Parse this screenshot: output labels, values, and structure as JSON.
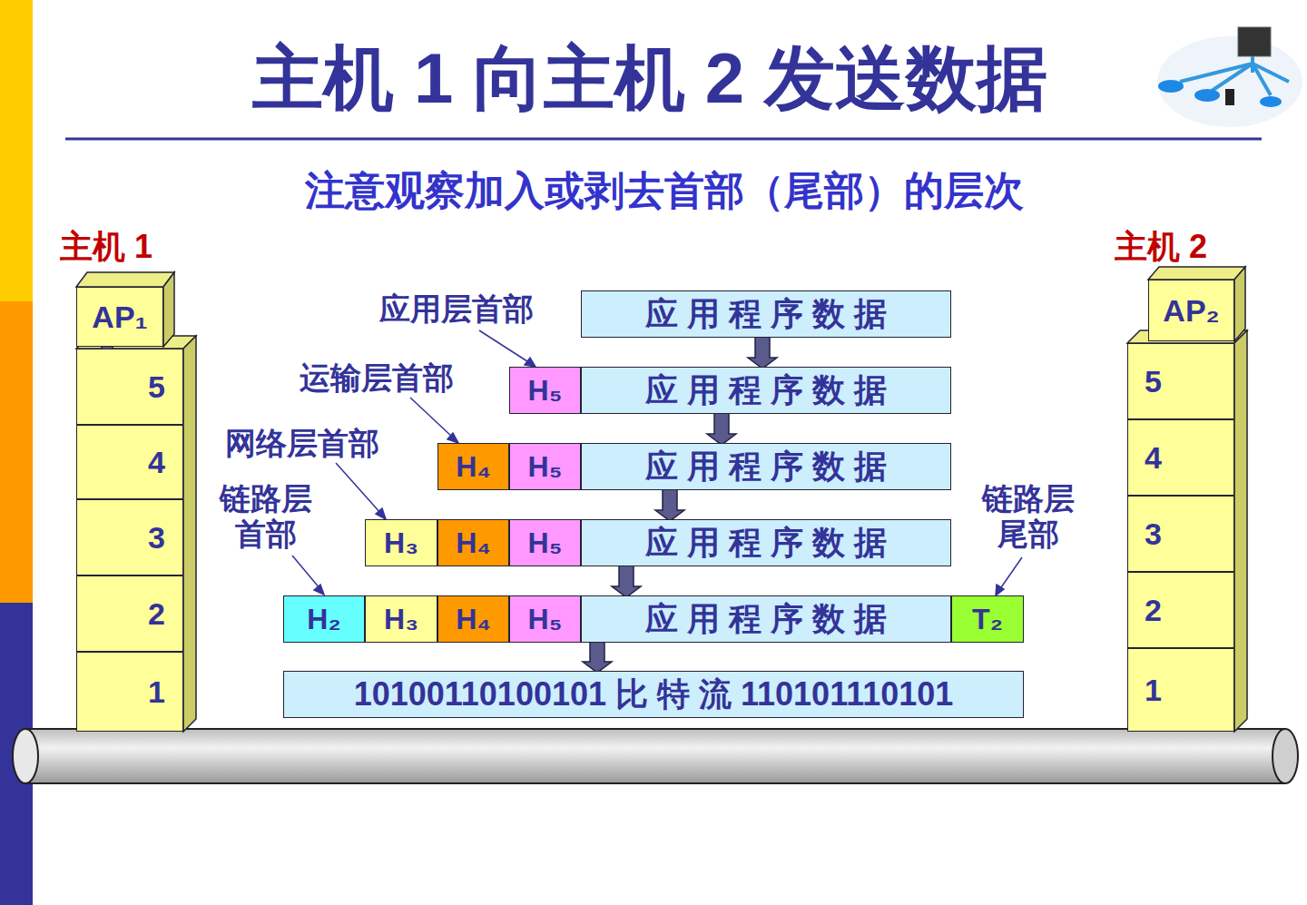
{
  "diagram": {
    "title": "主机 1 向主机 2 发送数据",
    "nodes": [
      {
        "text": [
          "AP₁"
        ]
      },
      {
        "text": [
          "5"
        ]
      },
      {
        "text": [
          "4"
        ]
      },
      {
        "text": [
          "3"
        ]
      },
      {
        "text": [
          "2"
        ]
      },
      {
        "text": [
          "1"
        ]
      },
      {
        "text": [
          "AP₂"
        ]
      },
      {
        "text": [
          "5"
        ]
      },
      {
        "text": [
          "4"
        ]
      },
      {
        "text": [
          "3"
        ]
      },
      {
        "text": [
          "2"
        ]
      },
      {
        "text": [
          "1"
        ]
      },
      {
        "text": [
          "应 用 程 序 数 据"
        ]
      },
      {
        "text": [
          "H₅"
        ]
      },
      {
        "text": [
          "应 用 程 序 数 据"
        ]
      },
      {
        "text": [
          "H₄"
        ]
      },
      {
        "text": [
          "H₅"
        ]
      },
      {
        "text": [
          "应 用 程 序 数 据"
        ]
      },
      {
        "text": [
          "H₃"
        ]
      },
      {
        "text": [
          "H₄"
        ]
      },
      {
        "text": [
          "H₅"
        ]
      },
      {
        "text": [
          "应 用 程 序 数 据"
        ]
      },
      {
        "text": [
          "H₂"
        ]
      },
      {
        "text": [
          "H₃"
        ]
      },
      {
        "text": [
          "H₄"
        ]
      },
      {
        "text": [
          "H₅"
        ]
      },
      {
        "text": [
          "应 用 程 序 数 据"
        ]
      },
      {
        "text": [
          "T₂"
        ]
      },
      {
        "text": [
          "10100110100101 比 特 流 110101110101"
        ]
      }
    ],
    "edges": [
      {
        "from": 0,
        "to": 1,
        "arrow": "to"
      },
      {
        "from": 1,
        "to": 2,
        "arrow": "to"
      },
      {
        "from": 2,
        "to": 3,
        "arrow": "to"
      },
      {
        "from": 3,
        "to": 4,
        "arrow": "to"
      },
      {
        "from": 4,
        "to": 5,
        "arrow": "to"
      },
      {
        "from": 12,
        "to": 14,
        "arrow": "to"
      },
      {
        "from": 14,
        "to": 17,
        "arrow": "to"
      },
      {
        "from": 17,
        "to": 21,
        "arrow": "to"
      },
      {
        "from": 21,
        "to": 26,
        "arrow": "to"
      },
      {
        "from": 26,
        "to": 28,
        "arrow": "to"
      }
    ],
    "labels": [
      "注意观察加入或剥去首部（尾部）的层次",
      "主机 1",
      "主机 2",
      "应用层首部",
      "运输层首部",
      "网络层首部",
      "链路层 首部",
      "链路层 尾部"
    ]
  }
}
